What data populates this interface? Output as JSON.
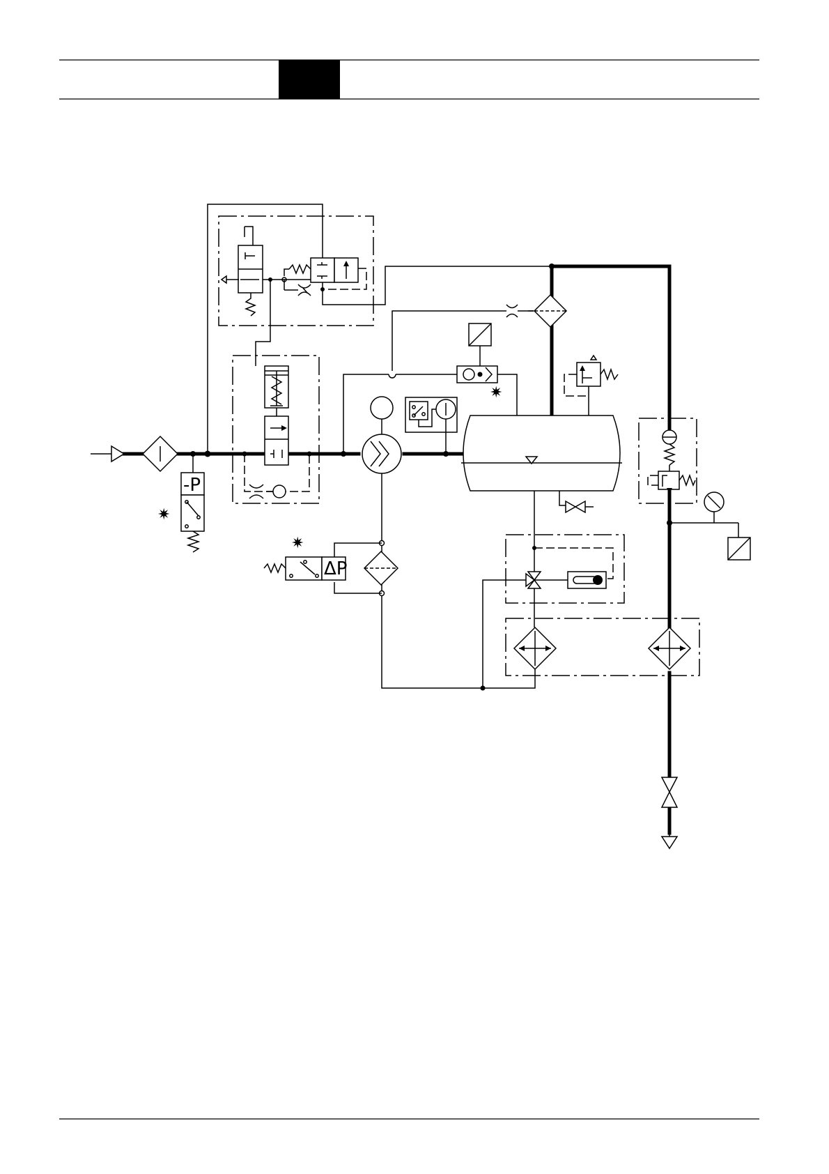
{
  "colors": {
    "line": "#000000",
    "background": "#ffffff",
    "header_block": "#000000"
  },
  "symbols": {
    "pressure_letter": "P",
    "pressure_letter_minus": "-P",
    "pressure_letter_delta": "ΔP",
    "option_mark": "✷"
  }
}
